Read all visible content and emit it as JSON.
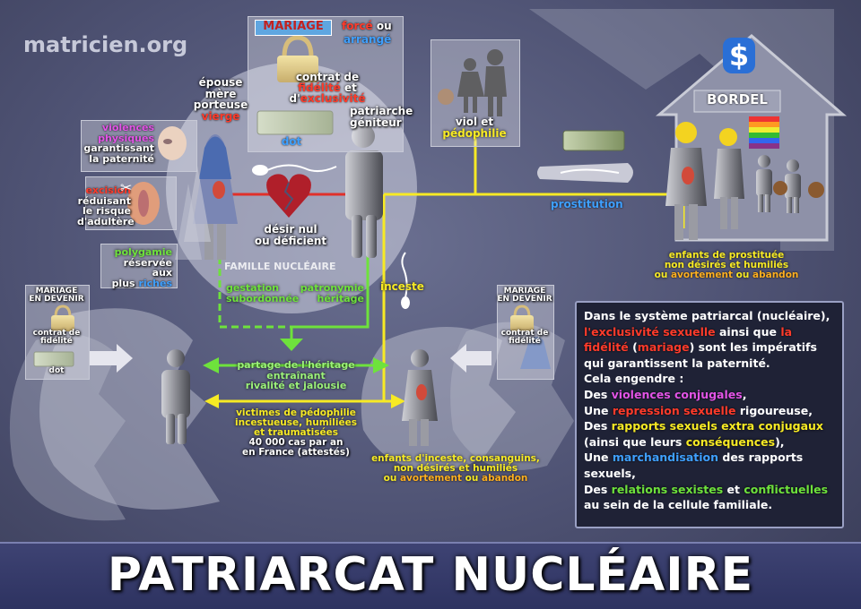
{
  "site": "matricien.org",
  "title": "PATRIARCAT NUCLÉAIRE",
  "mariage": {
    "heading": "MARIAGE",
    "force": "forcé",
    "ou": "ou",
    "arrange": "arrangé",
    "contract_line1": "contrat de",
    "contract_fidelite": "fidélité",
    "contract_et": "et",
    "contract_d": "d'",
    "contract_exclusivite": "exclusivité",
    "dot": "dot"
  },
  "epouse": [
    "épouse",
    "mère",
    "porteuse"
  ],
  "vierge": "vierge",
  "patriarche": [
    "patriarche",
    "géniteur"
  ],
  "violences": {
    "line1": "violences",
    "line2": "physiques",
    "line3": "garantissant",
    "line4": "la paternité"
  },
  "excision": {
    "line1": "excision",
    "line2": "réduisant",
    "line3": "le risque",
    "line4": "d'adultère"
  },
  "polygamie": {
    "line1": "polygamie",
    "line2": "réservée aux",
    "line3": "plus",
    "riches": "riches"
  },
  "desir": [
    "désir nul",
    "ou déficient"
  ],
  "famille": "FAMILLE NUCLÉAIRE",
  "gestation": [
    "gestation",
    "subordonnée"
  ],
  "patronymie": [
    "patronymie",
    "héritage"
  ],
  "inceste": "inceste",
  "viol": [
    "viol et",
    "pédophilie"
  ],
  "bordel": "BORDEL",
  "dollar": "$",
  "prostitution": "prostitution",
  "enfants_prostituee": {
    "line1": "enfants de prostituée",
    "line2": "non désirés et humiliés",
    "ou_pre": "ou",
    "avortement": "avortement",
    "ou": "ou",
    "abandon": "abandon"
  },
  "mariage_devenir_left": {
    "line1": "MARIAGE",
    "line2": "EN DEVENIR",
    "contract1": "contrat de",
    "contract2": "fidélité",
    "dot": "dot"
  },
  "mariage_devenir_right": {
    "line1": "MARIAGE",
    "line2": "EN DEVENIR",
    "contract1": "contrat de",
    "contract2": "fidélité"
  },
  "partage": [
    "partage de l'héritage",
    "entraînant",
    "rivalité et jalousie"
  ],
  "victimes": [
    "victimes de pédophilie",
    "incestueuse, humiliées",
    "et traumatisées",
    "40 000 cas par an",
    "en France (attestés)"
  ],
  "enfants_inceste": {
    "line1": "enfants d'inceste, consanguins,",
    "line2": "non désirés et humiliés",
    "ou_pre": "ou",
    "avortement": "avortement",
    "ou": "ou",
    "abandon": "abandon"
  },
  "textbox": {
    "l1": "Dans le système patriarcal (nucléaire),",
    "l2a": "l'exclusivité sexuelle",
    "l2b": " ainsi que ",
    "l2c": "la",
    "l3a": "fidélité",
    "l3b": " (",
    "l3c": "mariage",
    "l3d": ") sont les impératifs",
    "l4": "qui garantissent la paternité.",
    "l5": "Cela engendre :",
    "l6a": "Des ",
    "l6b": "violences conjugales",
    "l6c": ",",
    "l7a": "Une ",
    "l7b": "repression sexuelle",
    "l7c": " rigoureuse,",
    "l8a": "Des ",
    "l8b": "rapports sexuels extra conjugaux",
    "l9a": "(ainsi que leurs ",
    "l9b": "conséquences",
    "l9c": "),",
    "l10a": "Une ",
    "l10b": "marchandisation",
    "l10c": " des rapports",
    "l11": "sexuels,",
    "l12a": "Des ",
    "l12b": "relations sexistes",
    "l12c": " et ",
    "l12d": "conflictuelles",
    "l13": "au sein de la cellule familiale."
  },
  "colors": {
    "yellow": "#f7ea24",
    "green": "#6ee23c",
    "red": "#ff3b2b",
    "blue": "#3fa0ff",
    "magenta": "#e254e6",
    "orange": "#ffb020"
  }
}
